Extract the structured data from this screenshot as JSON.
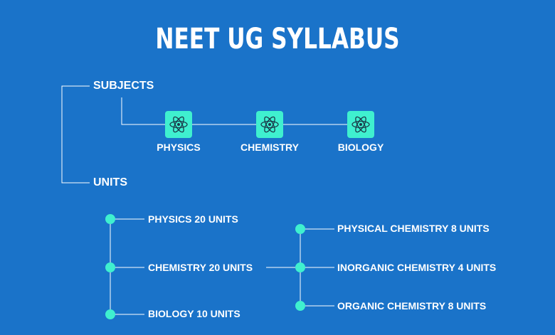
{
  "title": "NEET UG SYLLABUS",
  "subjects": {
    "heading": "SUBJECTS",
    "items": [
      {
        "label": "PHYSICS",
        "icon": "atom-icon"
      },
      {
        "label": "CHEMISTRY",
        "icon": "atom-icon"
      },
      {
        "label": "BIOLOGY",
        "icon": "atom-icon"
      }
    ]
  },
  "units": {
    "heading": "UNITS",
    "items": [
      "PHYSICS 20 UNITS",
      "CHEMISTRY 20 UNITS",
      "BIOLOGY 10 UNITS"
    ],
    "chemistry_breakdown": [
      "PHYSICAL CHEMISTRY 8 UNITS",
      "INORGANIC CHEMISTRY 4 UNITS",
      "ORGANIC CHEMISTRY 8 UNITS"
    ]
  },
  "colors": {
    "background": "#1a73c9",
    "accent": "#3ff0cf",
    "line": "#ffffff",
    "icon": "#1a3a4a"
  }
}
